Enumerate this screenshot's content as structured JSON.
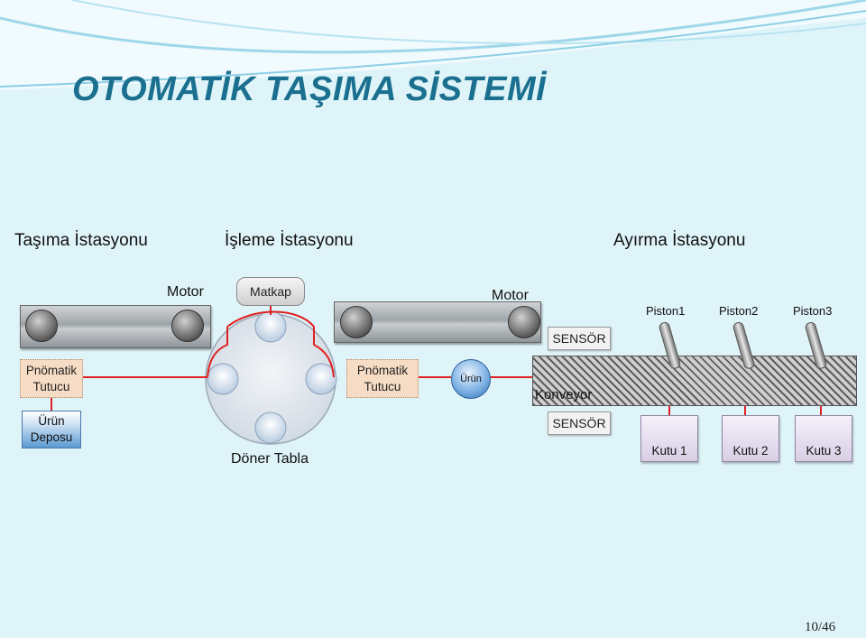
{
  "title": "OTOMATİK TAŞIMA SİSTEMİ",
  "stations": {
    "transport": "Taşıma İstasyonu",
    "processing": "İşleme İstasyonu",
    "sorting": "Ayırma İstasyonu"
  },
  "components": {
    "motor_left": "Motor",
    "motor_right": "Motor",
    "drill": "Matkap",
    "gripper_left": "Pnömatik Tutucu",
    "gripper_right": "Pnömatik Tutucu",
    "depot": "Ürün Deposu",
    "rotary_table": "Döner Tabla",
    "product": "Ürün",
    "sensor_top": "SENSÖR",
    "sensor_bottom": "SENSÖR",
    "conveyor": "Konveyor",
    "piston1": "Piston1",
    "piston2": "Piston2",
    "piston3": "Piston3",
    "box1": "Kutu 1",
    "box2": "Kutu 2",
    "box3": "Kutu 3"
  },
  "colors": {
    "title": "#1b6f8f",
    "background": "#dff4f9",
    "wire": "#e02020",
    "gripper": "#f6dcc4",
    "depot": "#5a9ad3"
  },
  "page_number": "10/46"
}
